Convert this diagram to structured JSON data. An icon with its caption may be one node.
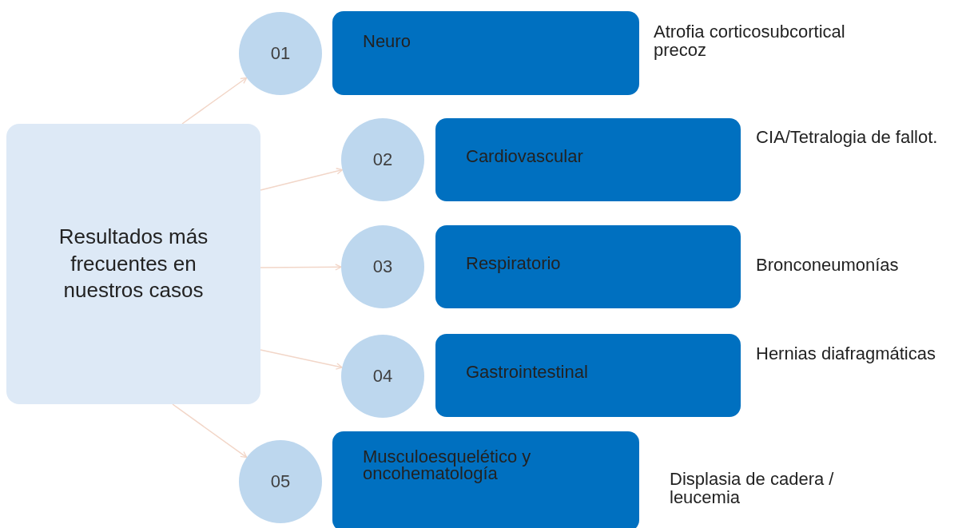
{
  "diagram": {
    "nodes": [
      {
        "text": [
          "Resultados más frecuentes en nuestros casos"
        ]
      },
      {
        "text": [
          "01"
        ]
      },
      {
        "text": [
          "Neuro"
        ],
        "beside": [
          "Atrofia corticosubcortical precoz"
        ]
      },
      {
        "text": [
          "02"
        ]
      },
      {
        "text": [
          "Cardiovascular"
        ],
        "beside": [
          "CIA/Tetralogia de fallot."
        ]
      },
      {
        "text": [
          "03"
        ]
      },
      {
        "text": [
          "Respiratorio"
        ],
        "beside": [
          "Bronconeumonías"
        ]
      },
      {
        "text": [
          "04"
        ]
      },
      {
        "text": [
          "Gastrointestinal"
        ],
        "beside": [
          "Hernias diafragmáticas"
        ]
      },
      {
        "text": [
          "05"
        ]
      },
      {
        "text": [
          "Musculoesquelético y oncohematología"
        ],
        "beside": [
          "Displasia de cadera / leucemia"
        ]
      }
    ],
    "edges": [
      {
        "from": 0,
        "to": 1,
        "arrow": "to"
      },
      {
        "from": 0,
        "to": 3,
        "arrow": "to"
      },
      {
        "from": 0,
        "to": 5,
        "arrow": "to"
      },
      {
        "from": 0,
        "to": 7,
        "arrow": "to"
      },
      {
        "from": 0,
        "to": 9,
        "arrow": "to"
      }
    ]
  }
}
